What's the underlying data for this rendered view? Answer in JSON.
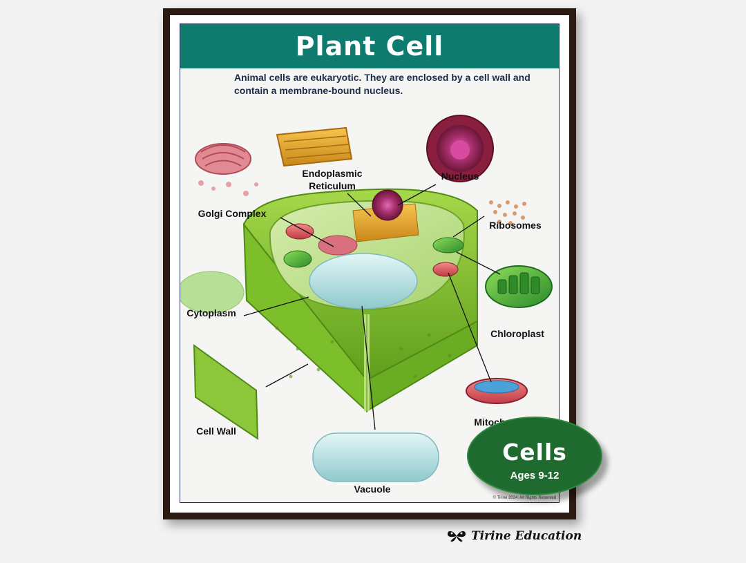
{
  "poster": {
    "title": "Plant Cell",
    "intro": "Animal cells are eukaryotic. They are enclosed by a cell wall and contain a membrane-bound nucleus.",
    "copyright": "© Tirine 2024. All Rights Reserved",
    "labels": {
      "endoplasmic_reticulum_1": "Endoplasmic",
      "endoplasmic_reticulum_2": "Reticulum",
      "nucleus": "Nucleus",
      "golgi_complex": "Golgi Complex",
      "ribosomes": "Ribosomes",
      "cytoplasm": "Cytoplasm",
      "chloroplast": "Chloroplast",
      "cell_wall": "Cell Wall",
      "mitochondrion": "Mitochondrion",
      "vacuole": "Vacuole"
    }
  },
  "badge": {
    "title": "Cells",
    "subtitle": "Ages 9-12"
  },
  "brand": {
    "name": "Tirine Education",
    "icon": "butterfly-icon"
  },
  "colors": {
    "title_bar": "#0f7a6e",
    "frame": "#2b1a12",
    "badge": "#1f6a2e",
    "cell_green": "#7cbf2a"
  }
}
